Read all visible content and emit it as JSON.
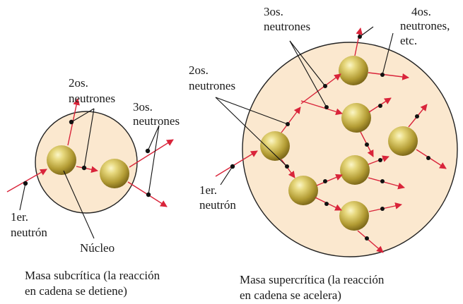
{
  "left_diagram": {
    "label_second_neutrons_1": "2os.",
    "label_second_neutrons_2": "neutrones",
    "label_third_neutrons_1": "3os.",
    "label_third_neutrons_2": "neutrones",
    "label_first_neutron_1": "1er.",
    "label_first_neutron_2": "neutrón",
    "label_nucleus": "Núcleo",
    "caption_line_1": "Masa subcrítica (la reacción",
    "caption_line_2": "en cadena se detiene)"
  },
  "right_diagram": {
    "label_third_neutrons_1": "3os.",
    "label_third_neutrons_2": "neutrones",
    "label_fourth_neutrons_1": "4os.",
    "label_fourth_neutrons_2": "neutrones,",
    "label_fourth_neutrons_3": "etc.",
    "label_second_neutrons_1": "2os.",
    "label_second_neutrons_2": "neutrones",
    "label_first_neutron_1": "1er.",
    "label_first_neutron_2": "neutrón",
    "caption_line_1": "Masa supercrítica (la reacción",
    "caption_line_2": "en cadena se acelera)"
  },
  "colors": {
    "mass_fill": "#fbe8cf",
    "neutron_arrow": "#d9243a",
    "nucleus": "#b8a23c"
  }
}
